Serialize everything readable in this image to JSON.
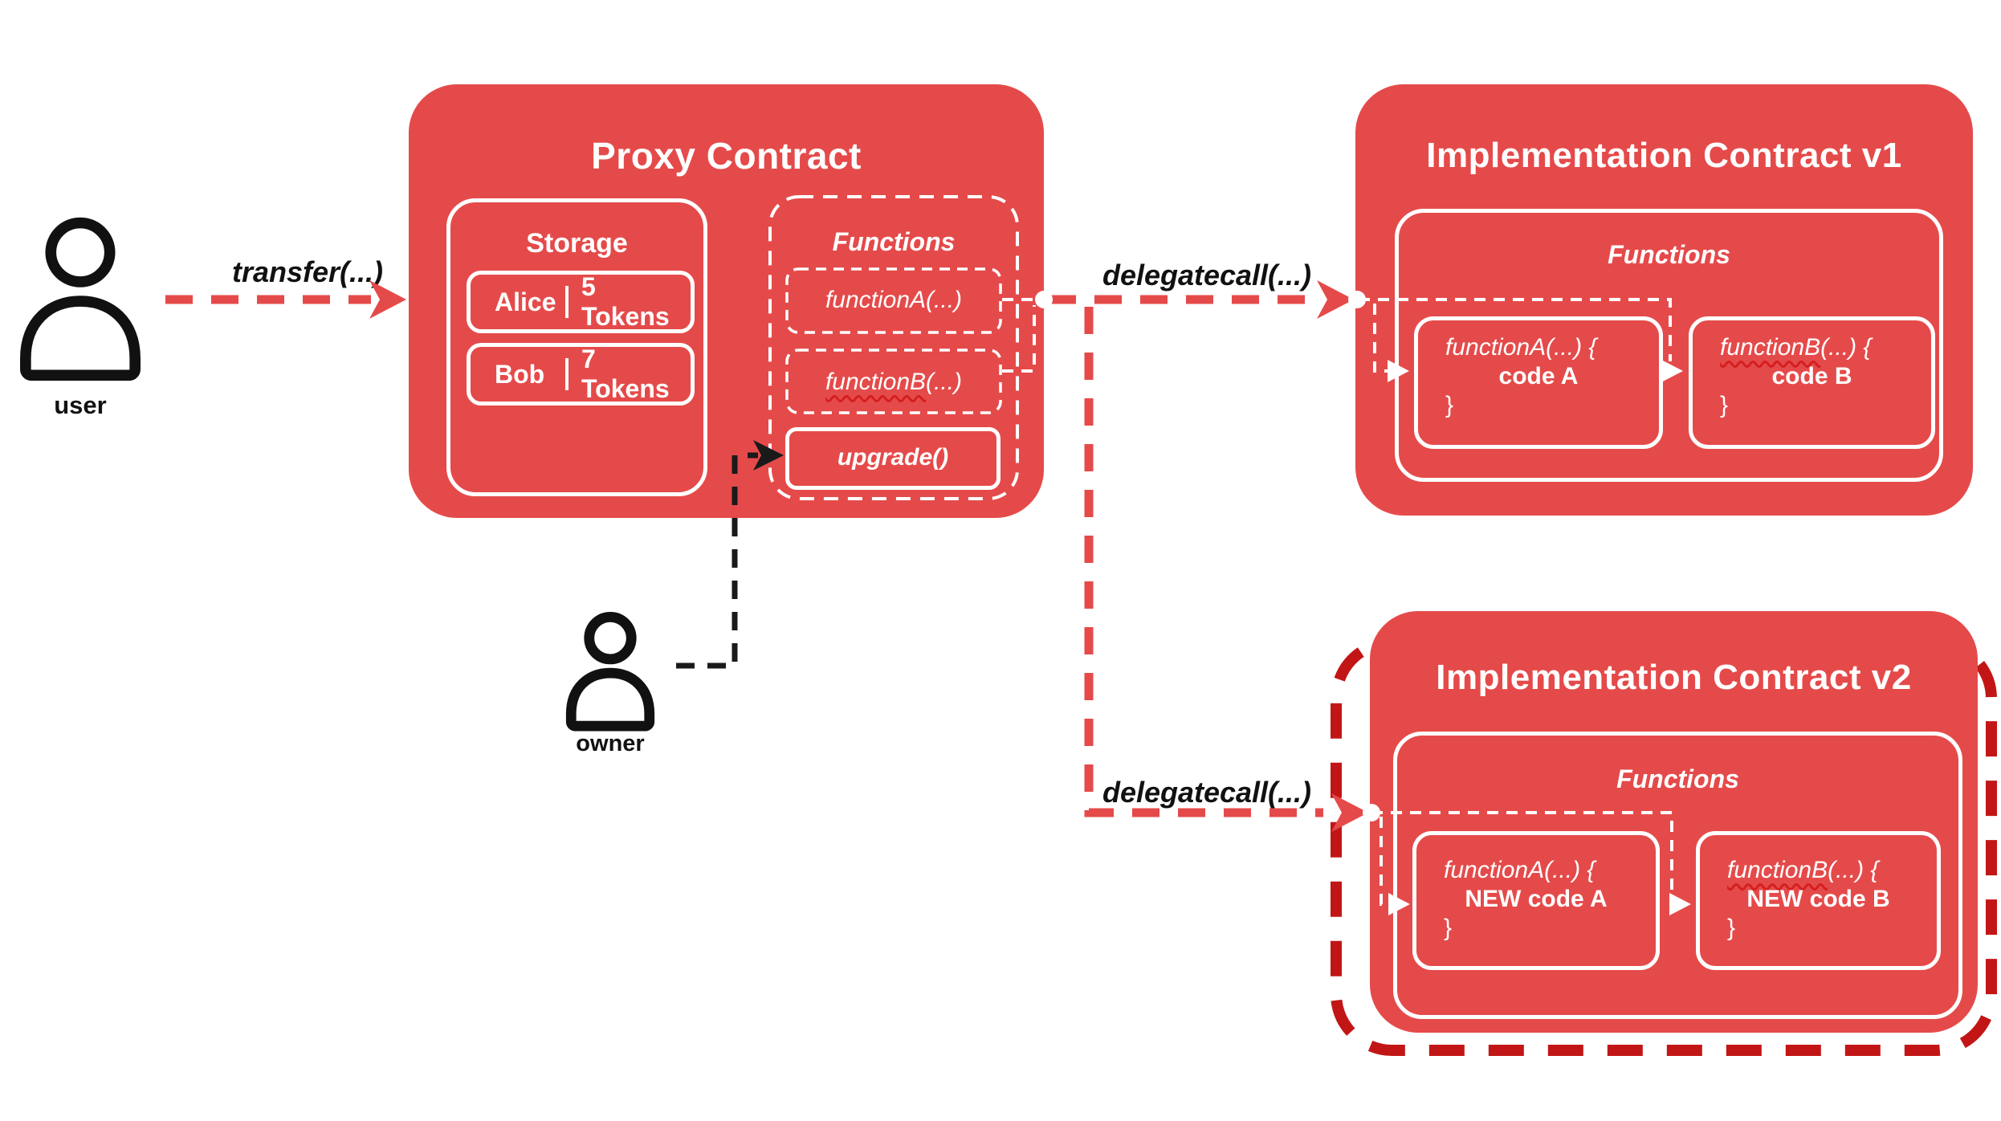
{
  "colors": {
    "box_red": "#e54a4a",
    "outline_dark_red": "#c21616",
    "squiggle_red": "#d61e1e",
    "line_black": "#1a1a1a",
    "white": "#ffffff"
  },
  "actors": {
    "user": {
      "label": "user"
    },
    "owner": {
      "label": "owner"
    }
  },
  "arrows": {
    "transfer_label": "transfer(...)",
    "delegatecall_v1_label": "delegatecall(...)",
    "delegatecall_v2_label": "delegatecall(...)"
  },
  "proxy": {
    "title": "Proxy Contract",
    "storage": {
      "heading": "Storage",
      "rows": [
        {
          "name": "Alice",
          "amount": "5 Tokens"
        },
        {
          "name": "Bob",
          "amount": "7 Tokens"
        }
      ]
    },
    "functions": {
      "heading": "Functions",
      "function_a": {
        "name": "functionA",
        "args": "(...)"
      },
      "function_b": {
        "name": "functionB",
        "args": "(...)"
      },
      "upgrade": {
        "label": "upgrade()"
      }
    }
  },
  "impl_v1": {
    "title": "Implementation Contract v1",
    "functions": {
      "heading": "Functions",
      "function_a": {
        "signature_name": "functionA",
        "signature_rest": "(...) {",
        "body": "code A",
        "close": "}"
      },
      "function_b": {
        "signature_name": "functionB",
        "signature_rest": "(...) {",
        "body": "code B",
        "close": "}"
      }
    }
  },
  "impl_v2": {
    "title": "Implementation Contract v2",
    "functions": {
      "heading": "Functions",
      "function_a": {
        "signature_name": "functionA",
        "signature_rest": "(...) {",
        "body": "NEW code A",
        "close": "}"
      },
      "function_b": {
        "signature_name": "functionB",
        "signature_rest": "(...) {",
        "body": "NEW code B",
        "close": "}"
      }
    }
  }
}
